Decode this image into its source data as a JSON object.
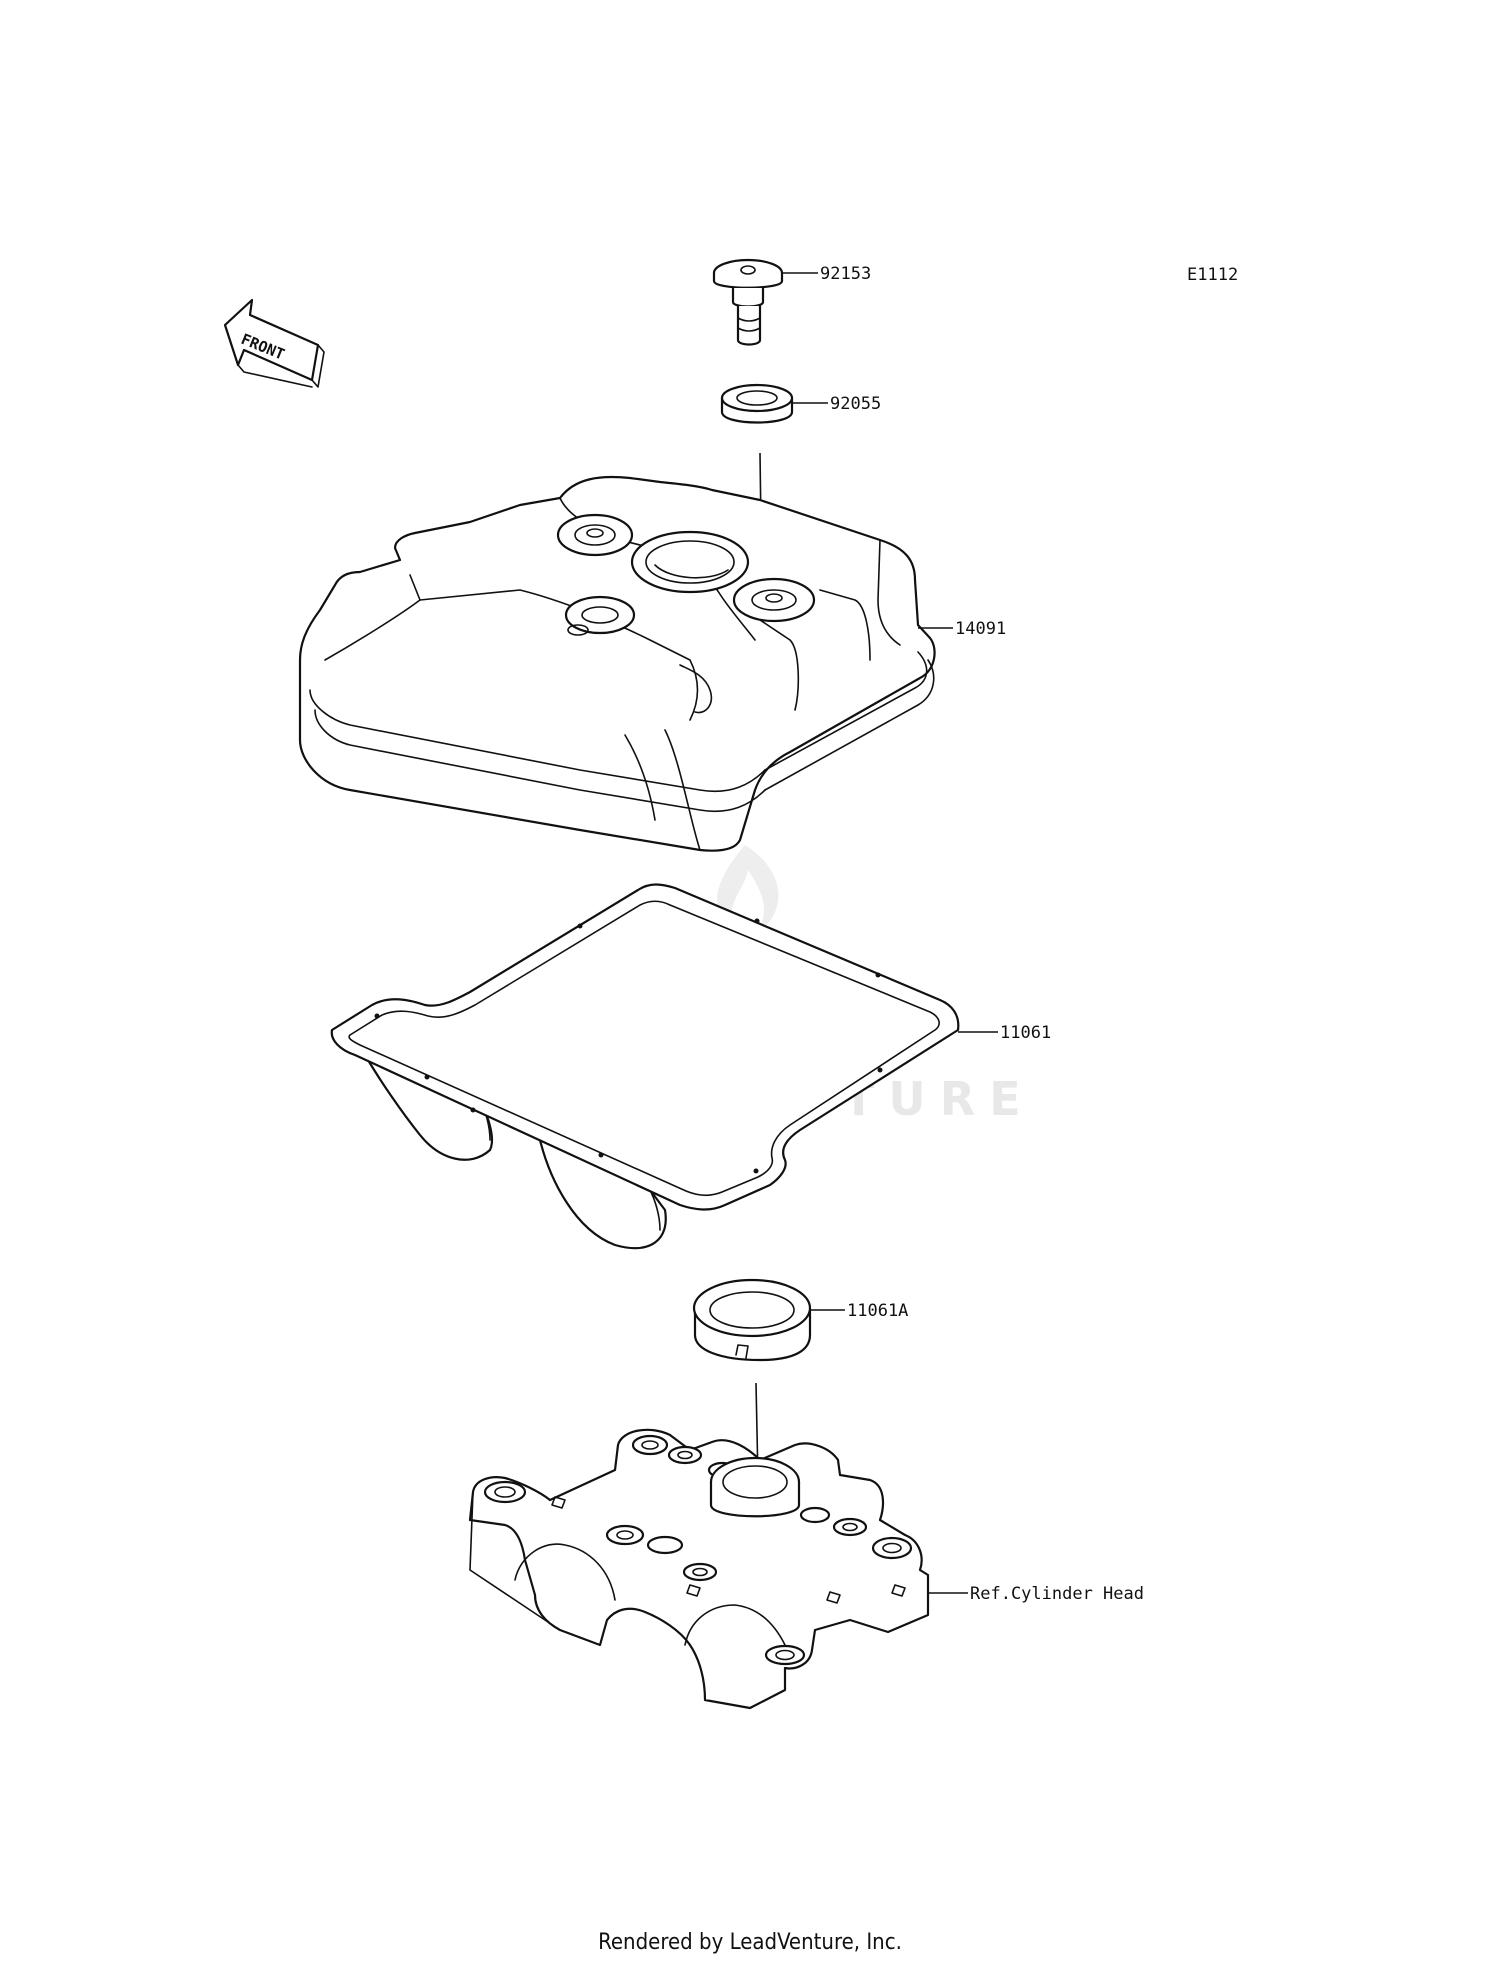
{
  "diagram": {
    "code": "E1112",
    "front_label": "FRONT",
    "watermark": "LEADVENTURE",
    "footer": "Rendered by LeadVenture, Inc.",
    "parts": [
      {
        "id": "92153"
      },
      {
        "id": "92055"
      },
      {
        "id": "14091"
      },
      {
        "id": "11061"
      },
      {
        "id": "11061A"
      },
      {
        "id": "Ref.Cylinder Head"
      }
    ]
  }
}
